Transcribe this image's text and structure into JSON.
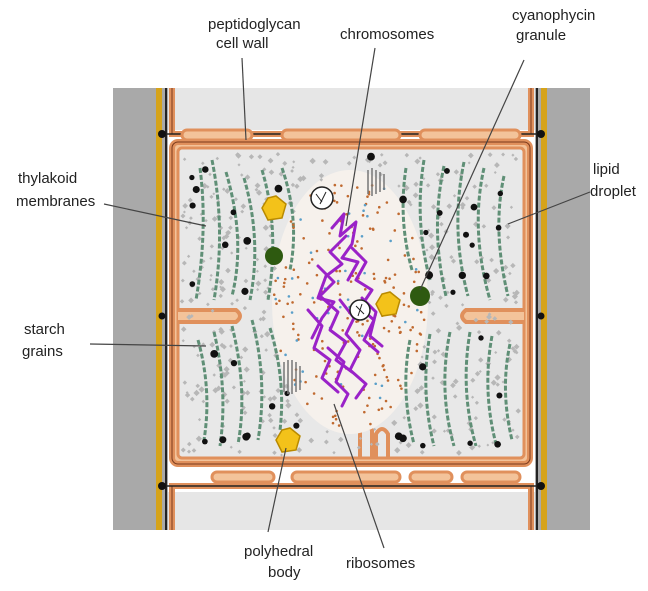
{
  "labels": {
    "peptidoglycan": [
      "peptidoglycan",
      "cell wall"
    ],
    "chromosomes": [
      "chromosomes"
    ],
    "cyanophycin": [
      "cyanophycin",
      "granule"
    ],
    "thylakoid": [
      "thylakoid",
      "membranes"
    ],
    "lipid": [
      "lipid",
      "droplet"
    ],
    "starch": [
      "starch",
      "grains"
    ],
    "polyhedral": [
      "polyhedral",
      "body"
    ],
    "ribosomes": [
      "ribosomes"
    ]
  },
  "colors": {
    "outer_gray": "#a9a9a9",
    "membrane_orange": "#e0905c",
    "membrane_dark": "#7a3a1c",
    "wall_light": "#f3c39a",
    "cytoplasm": "#e8e8e8",
    "thylakoid": "#5f8f76",
    "chromosome": "#9a22c8",
    "polyhedral": "#f3c21a",
    "granule": "#2e5a10",
    "ribosome": "#c06a30",
    "lipid": "#5a9fc9"
  }
}
